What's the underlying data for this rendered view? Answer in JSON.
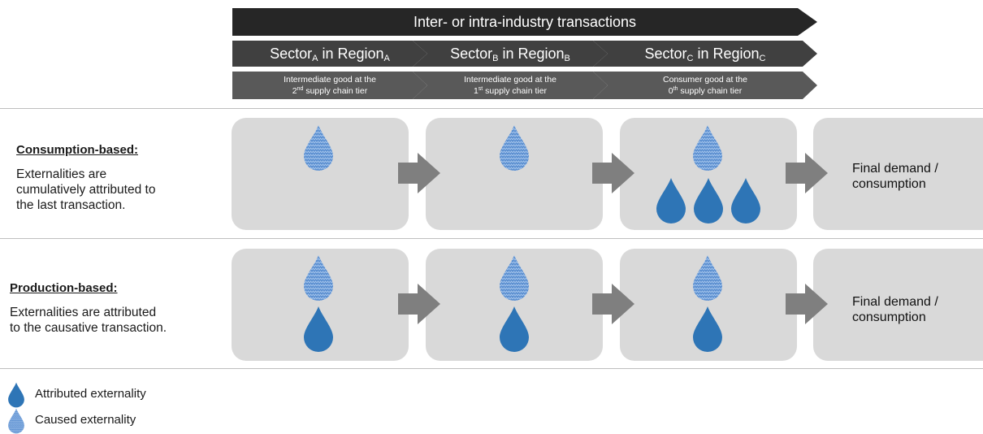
{
  "header": {
    "transactions_label": "Inter- or intra-industry transactions",
    "sectors": [
      {
        "base": "Sector",
        "sub": "A",
        "mid": " in Region",
        "sub2": "A"
      },
      {
        "base": "Sector",
        "sub": "B",
        "mid": " in Region",
        "sub2": "B"
      },
      {
        "base": "Sector",
        "sub": "C",
        "mid": " in Region",
        "sub2": "C"
      }
    ],
    "goods": [
      {
        "line1": "Intermediate good at the",
        "ord_num": "2",
        "ord_sup": "nd",
        "line2_rest": " supply chain tier"
      },
      {
        "line1": "Intermediate good at the",
        "ord_num": "1",
        "ord_sup": "st",
        "line2_rest": " supply chain tier"
      },
      {
        "line1": "Consumer good at the",
        "ord_num": "0",
        "ord_sup": "th",
        "line2_rest": " supply chain tier"
      }
    ]
  },
  "rows": [
    {
      "heading": "Consumption-based:",
      "description": [
        "Externalities are",
        "cumulatively attributed to",
        "the last transaction."
      ],
      "final_label": [
        "Final demand /",
        "consumption"
      ]
    },
    {
      "heading": "Production-based:",
      "description": [
        "Externalities are attributed",
        "to the causative transaction."
      ],
      "final_label": [
        "Final demand /",
        "consumption"
      ]
    }
  ],
  "legend": {
    "attributed": "Attributed externality",
    "caused": "Caused externality"
  },
  "colors": {
    "drop_solid": "#2e75b6",
    "drop_pattern_bg": "#5b8fd0",
    "drop_pattern_line": "#9dc0ea",
    "box": "#d9d9d9",
    "flow_arrow": "#7f7f7f",
    "header_dark": "#262626",
    "sector_band": "#404040",
    "goods_band": "#595959"
  }
}
